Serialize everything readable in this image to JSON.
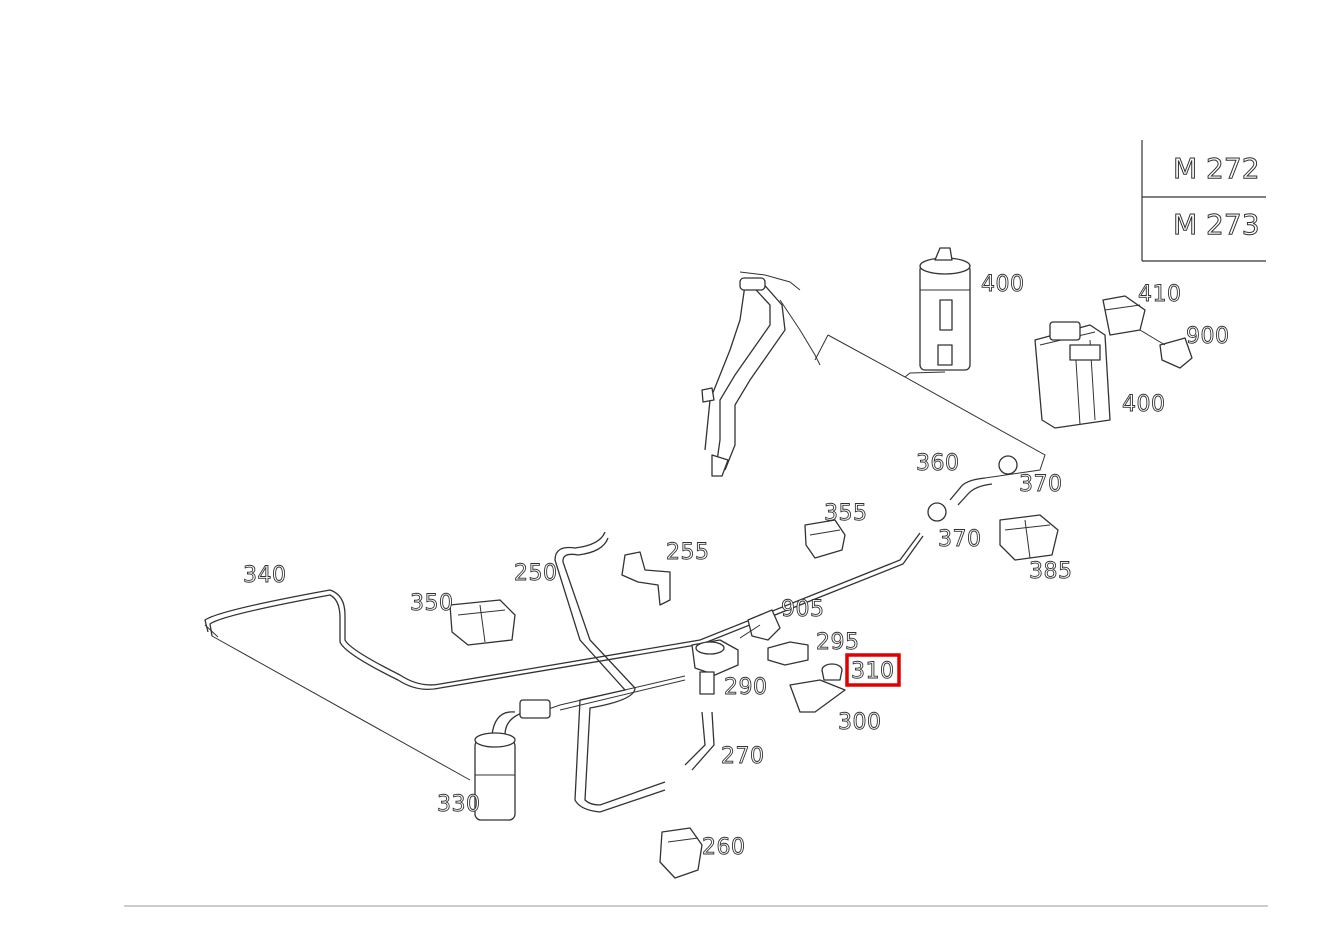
{
  "model_box": {
    "row1": "M 272",
    "row2": "M 273"
  },
  "highlight_color": "#e00000",
  "callouts": {
    "c400a": "400",
    "c410": "410",
    "c900": "900",
    "c400b": "400",
    "c360": "360",
    "c370a": "370",
    "c355": "355",
    "c370b": "370",
    "c385": "385",
    "c255": "255",
    "c250": "250",
    "c340": "340",
    "c350": "350",
    "c905": "905",
    "c295": "295",
    "c310": "310",
    "c290": "290",
    "c300": "300",
    "c270": "270",
    "c330": "330",
    "c260": "260"
  }
}
